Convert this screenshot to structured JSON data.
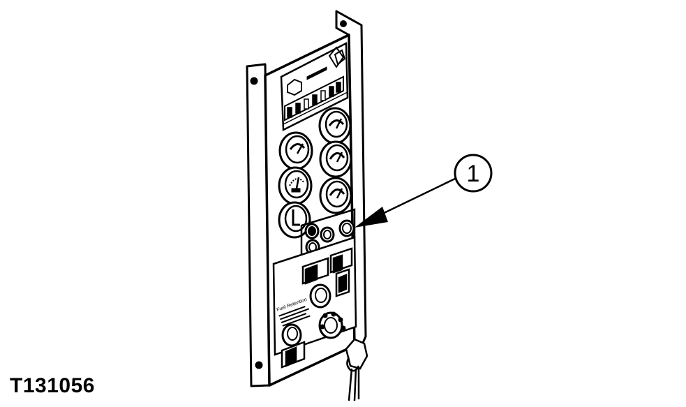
{
  "figure": {
    "id": "T131056",
    "callouts": [
      {
        "number": "1"
      }
    ],
    "panel_label": "Fuel Retention"
  },
  "colors": {
    "ink": "#000000",
    "paper": "#ffffff"
  },
  "icons": [
    "callout-circle",
    "leader-arrow",
    "gauge",
    "toggle-switch",
    "indicator-light",
    "ignition-key"
  ]
}
